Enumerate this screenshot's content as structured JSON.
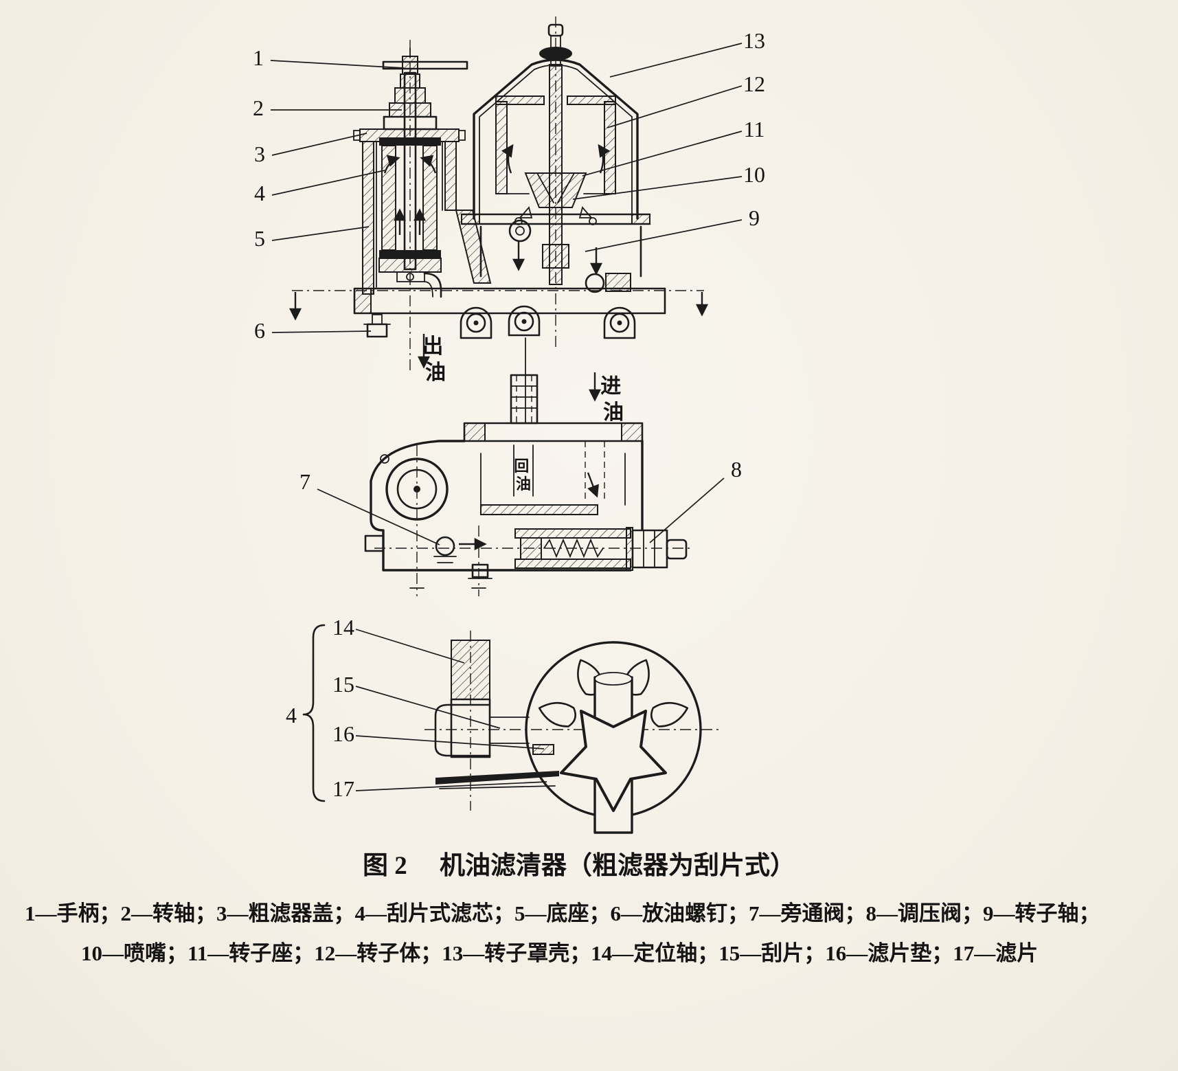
{
  "colors": {
    "paper": "#f6f2e9",
    "ink": "#1c1c1c"
  },
  "figure": {
    "caption_label": "图 2",
    "caption_title": "机油滤清器（粗滤器为刮片式）",
    "legend_line1": "1—手柄；2—转轴；3—粗滤器盖；4—刮片式滤芯；5—底座；6—放油螺钉；7—旁通阀；8—调压阀；9—转子轴；",
    "legend_line2": "10—喷嘴；11—转子座；12—转子体；13—转子罩壳；14—定位轴；15—刮片；16—滤片垫；17—滤片"
  },
  "flow_labels": {
    "oil_out": "出油",
    "oil_in": "进油",
    "oil_return": "回油"
  },
  "callouts": {
    "c1": "1",
    "c2": "2",
    "c3": "3",
    "c4": "4",
    "c5": "5",
    "c6": "6",
    "c7": "7",
    "c8": "8",
    "c9": "9",
    "c10": "10",
    "c11": "11",
    "c12": "12",
    "c13": "13",
    "c14": "14",
    "c15": "15",
    "c16": "16",
    "c17": "17",
    "bracket_group": "4"
  },
  "parts": [
    {
      "num": "1",
      "label": "手柄"
    },
    {
      "num": "2",
      "label": "转轴"
    },
    {
      "num": "3",
      "label": "粗滤器盖"
    },
    {
      "num": "4",
      "label": "刮片式滤芯"
    },
    {
      "num": "5",
      "label": "底座"
    },
    {
      "num": "6",
      "label": "放油螺钉"
    },
    {
      "num": "7",
      "label": "旁通阀"
    },
    {
      "num": "8",
      "label": "调压阀"
    },
    {
      "num": "9",
      "label": "转子轴"
    },
    {
      "num": "10",
      "label": "喷嘴"
    },
    {
      "num": "11",
      "label": "转子座"
    },
    {
      "num": "12",
      "label": "转子体"
    },
    {
      "num": "13",
      "label": "转子罩壳"
    },
    {
      "num": "14",
      "label": "定位轴"
    },
    {
      "num": "15",
      "label": "刮片"
    },
    {
      "num": "16",
      "label": "滤片垫"
    },
    {
      "num": "17",
      "label": "滤片"
    }
  ]
}
